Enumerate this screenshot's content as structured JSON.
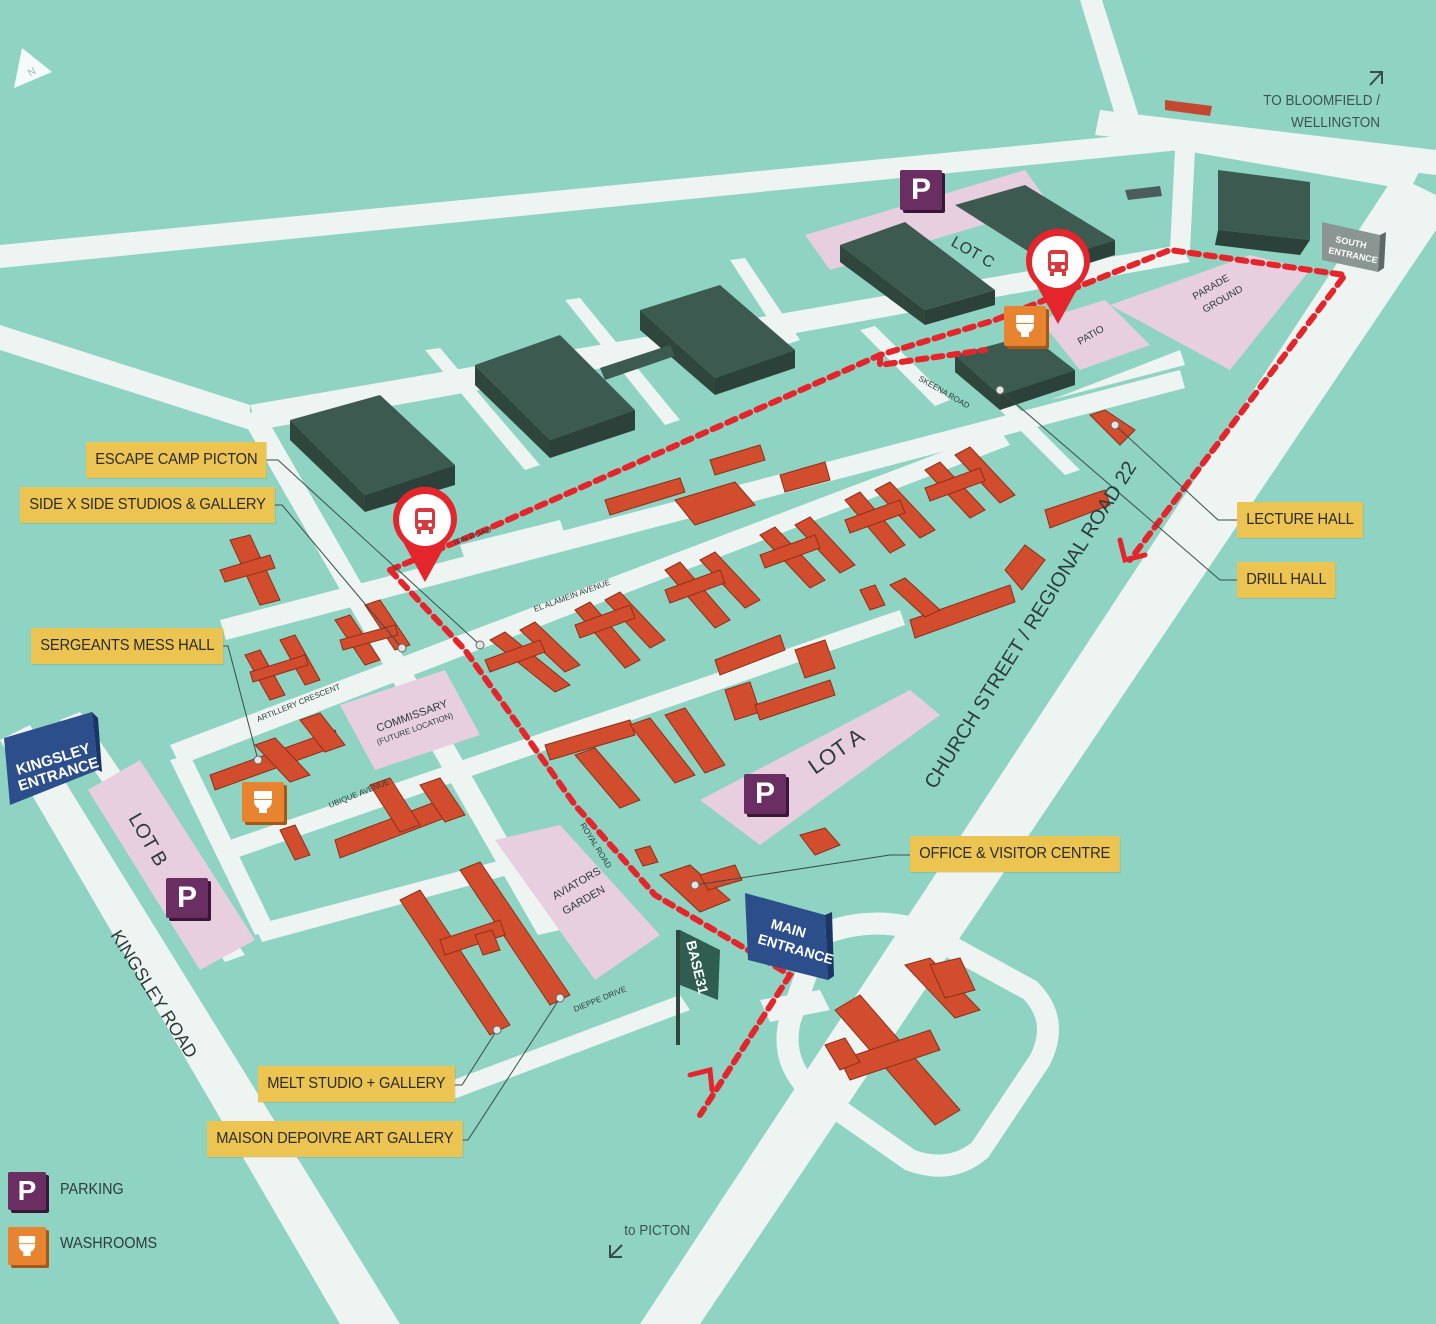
{
  "callouts": {
    "escape_camp": "ESCAPE CAMP PICTON",
    "side_x_side": "SIDE X SIDE STUDIOS & GALLERY",
    "sergeants_mess": "SERGEANTS MESS HALL",
    "lecture_hall": "LECTURE HALL",
    "drill_hall": "DRILL HALL",
    "office_visitor": "OFFICE & VISITOR CENTRE",
    "melt_studio": "MELT STUDIO + GALLERY",
    "maison_depoivre": "MAISON DEPOIVRE ART GALLERY"
  },
  "roads": {
    "church_street": "CHURCH STREET / REGIONAL ROAD 22",
    "kingsley_road": "KINGSLEY ROAD",
    "el_alamein": "EL ALAMEIN AVENUE",
    "artillery": "ARTILLERY CRESCENT",
    "ubique": "UBIQUE AVENUE",
    "dieppe": "DIEPPE DRIVE",
    "skeena": "SKEENA ROAD",
    "royal_road": "ROYAL ROAD",
    "ron_road": "ION ROAD"
  },
  "areas": {
    "lot_a": "LOT A",
    "lot_b": "LOT B",
    "lot_c": "LOT C",
    "commissary_1": "COMMISSARY",
    "commissary_2": "(FUTURE LOCATION)",
    "aviators_1": "AVIATORS",
    "aviators_2": "GARDEN",
    "parade_1": "PARADE",
    "parade_2": "GROUND",
    "patio": "PATIO"
  },
  "signs": {
    "kingsley_1": "KINGSLEY",
    "kingsley_2": "ENTRANCE",
    "main_1": "MAIN",
    "main_2": "ENTRANCE",
    "south_1": "SOUTH",
    "south_2": "ENTRANCE",
    "base31": "BASE31",
    "to_bloomfield_1": "TO BLOOMFIELD /",
    "to_bloomfield_2": "WELLINGTON",
    "to_picton": "to PICTON",
    "north": "N"
  },
  "legend": {
    "parking": "PARKING",
    "washrooms": "WASHROOMS",
    "parking_symbol": "P"
  },
  "colors": {
    "grass": "#8fd3c3",
    "road": "#eef4f2",
    "lot": "#e8cfe0",
    "red_building": "#d24d2e",
    "green_building": "#3d5a50",
    "callout": "#ecc451",
    "route": "#e4262c",
    "parking": "#6a2e62",
    "washroom": "#e8832f",
    "entrance_sign": "#2c4f8c"
  },
  "icons": [
    "bus-stop-pin-icon",
    "parking-icon",
    "washroom-icon",
    "north-arrow-icon",
    "direction-arrow-icon",
    "flag-icon"
  ]
}
